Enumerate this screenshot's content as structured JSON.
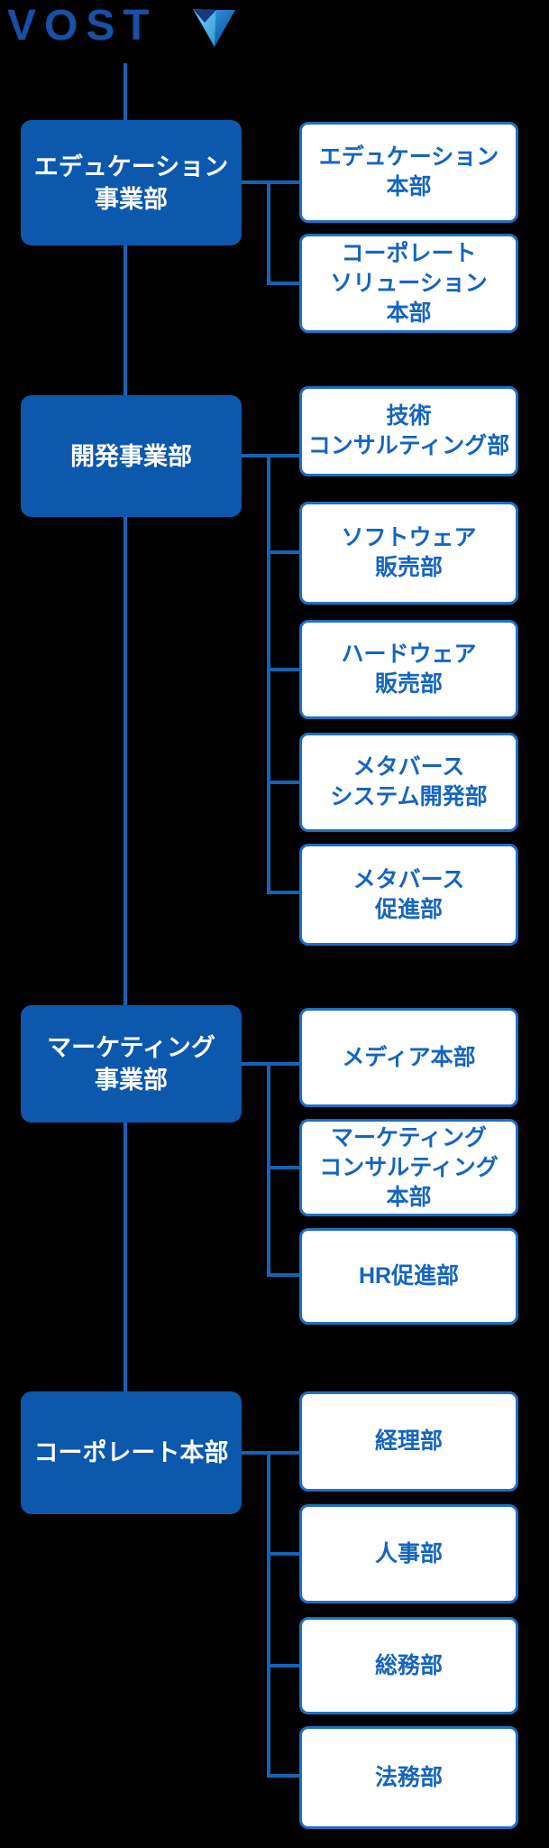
{
  "logo": {
    "text": "VOST",
    "icon": "triangle-logo-icon"
  },
  "colors": {
    "background": "#000000",
    "parent_box_fill": "#0C58AC",
    "parent_box_text": "#FFFFFF",
    "child_box_fill": "#FFFFFF",
    "child_box_border": "#1E6FC4",
    "child_box_text": "#1565C0",
    "connector_line": "#1463B8",
    "logo_text": "#1750A5",
    "logo_triangle_light": "#5FC4F0",
    "logo_triangle_dark": "#0C4F9E",
    "logo_triangle_navy": "#17397E"
  },
  "groups": [
    {
      "parent": {
        "label": "エデュケーション\n事業部"
      },
      "children": [
        "エデュケーション\n本部",
        "コーポレート\nソリューション\n本部"
      ]
    },
    {
      "parent": {
        "label": "開発事業部"
      },
      "children": [
        "技術\nコンサルティング部",
        "ソフトウェア\n販売部",
        "ハードウェア\n販売部",
        "メタバース\nシステム開発部",
        "メタバース\n促進部"
      ]
    },
    {
      "parent": {
        "label": "マーケティング\n事業部"
      },
      "children": [
        "メディア本部",
        "マーケティング\nコンサルティング\n本部",
        "HR促進部"
      ]
    },
    {
      "parent": {
        "label": "コーポレート本部"
      },
      "children": [
        "経理部",
        "人事部",
        "総務部",
        "法務部"
      ]
    }
  ]
}
